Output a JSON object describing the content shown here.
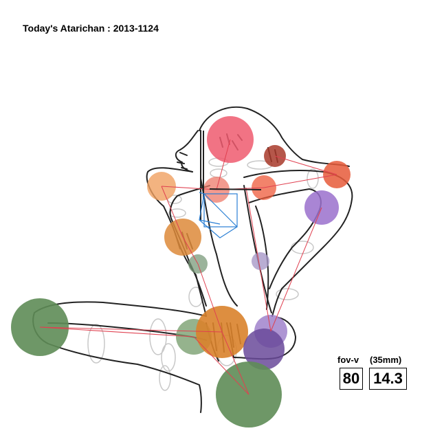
{
  "title": "Today's Atarichan : 2013-1124",
  "camera": {
    "fov_label": "fov-v",
    "lens_label": "(35mm)",
    "fov_value": "80",
    "focal_value": "14.3"
  },
  "colors": {
    "outline": "#222222",
    "guide_ring": "#c8c8c8",
    "bone": "#e04050",
    "gizmo": "#2a7fd4",
    "head": "#ee5a6e",
    "neck": "#a83a2a",
    "hand_r": "#e65a3a",
    "shoulder": "#ee7a6a",
    "shoulder_l": "#f0a060",
    "elbow_l": "#dd8a3a",
    "wrist_l": "#7a9a7a",
    "elbow_r": "#9a70cc",
    "wrist_r": "#a898c8",
    "hip": "#d9822b",
    "knee_l": "#5e8c56",
    "thigh_l": "#7aa070",
    "hip_r": "#9a7ac8",
    "hip_r2": "#6a4a9a",
    "knee_r": "#5e8c56"
  }
}
